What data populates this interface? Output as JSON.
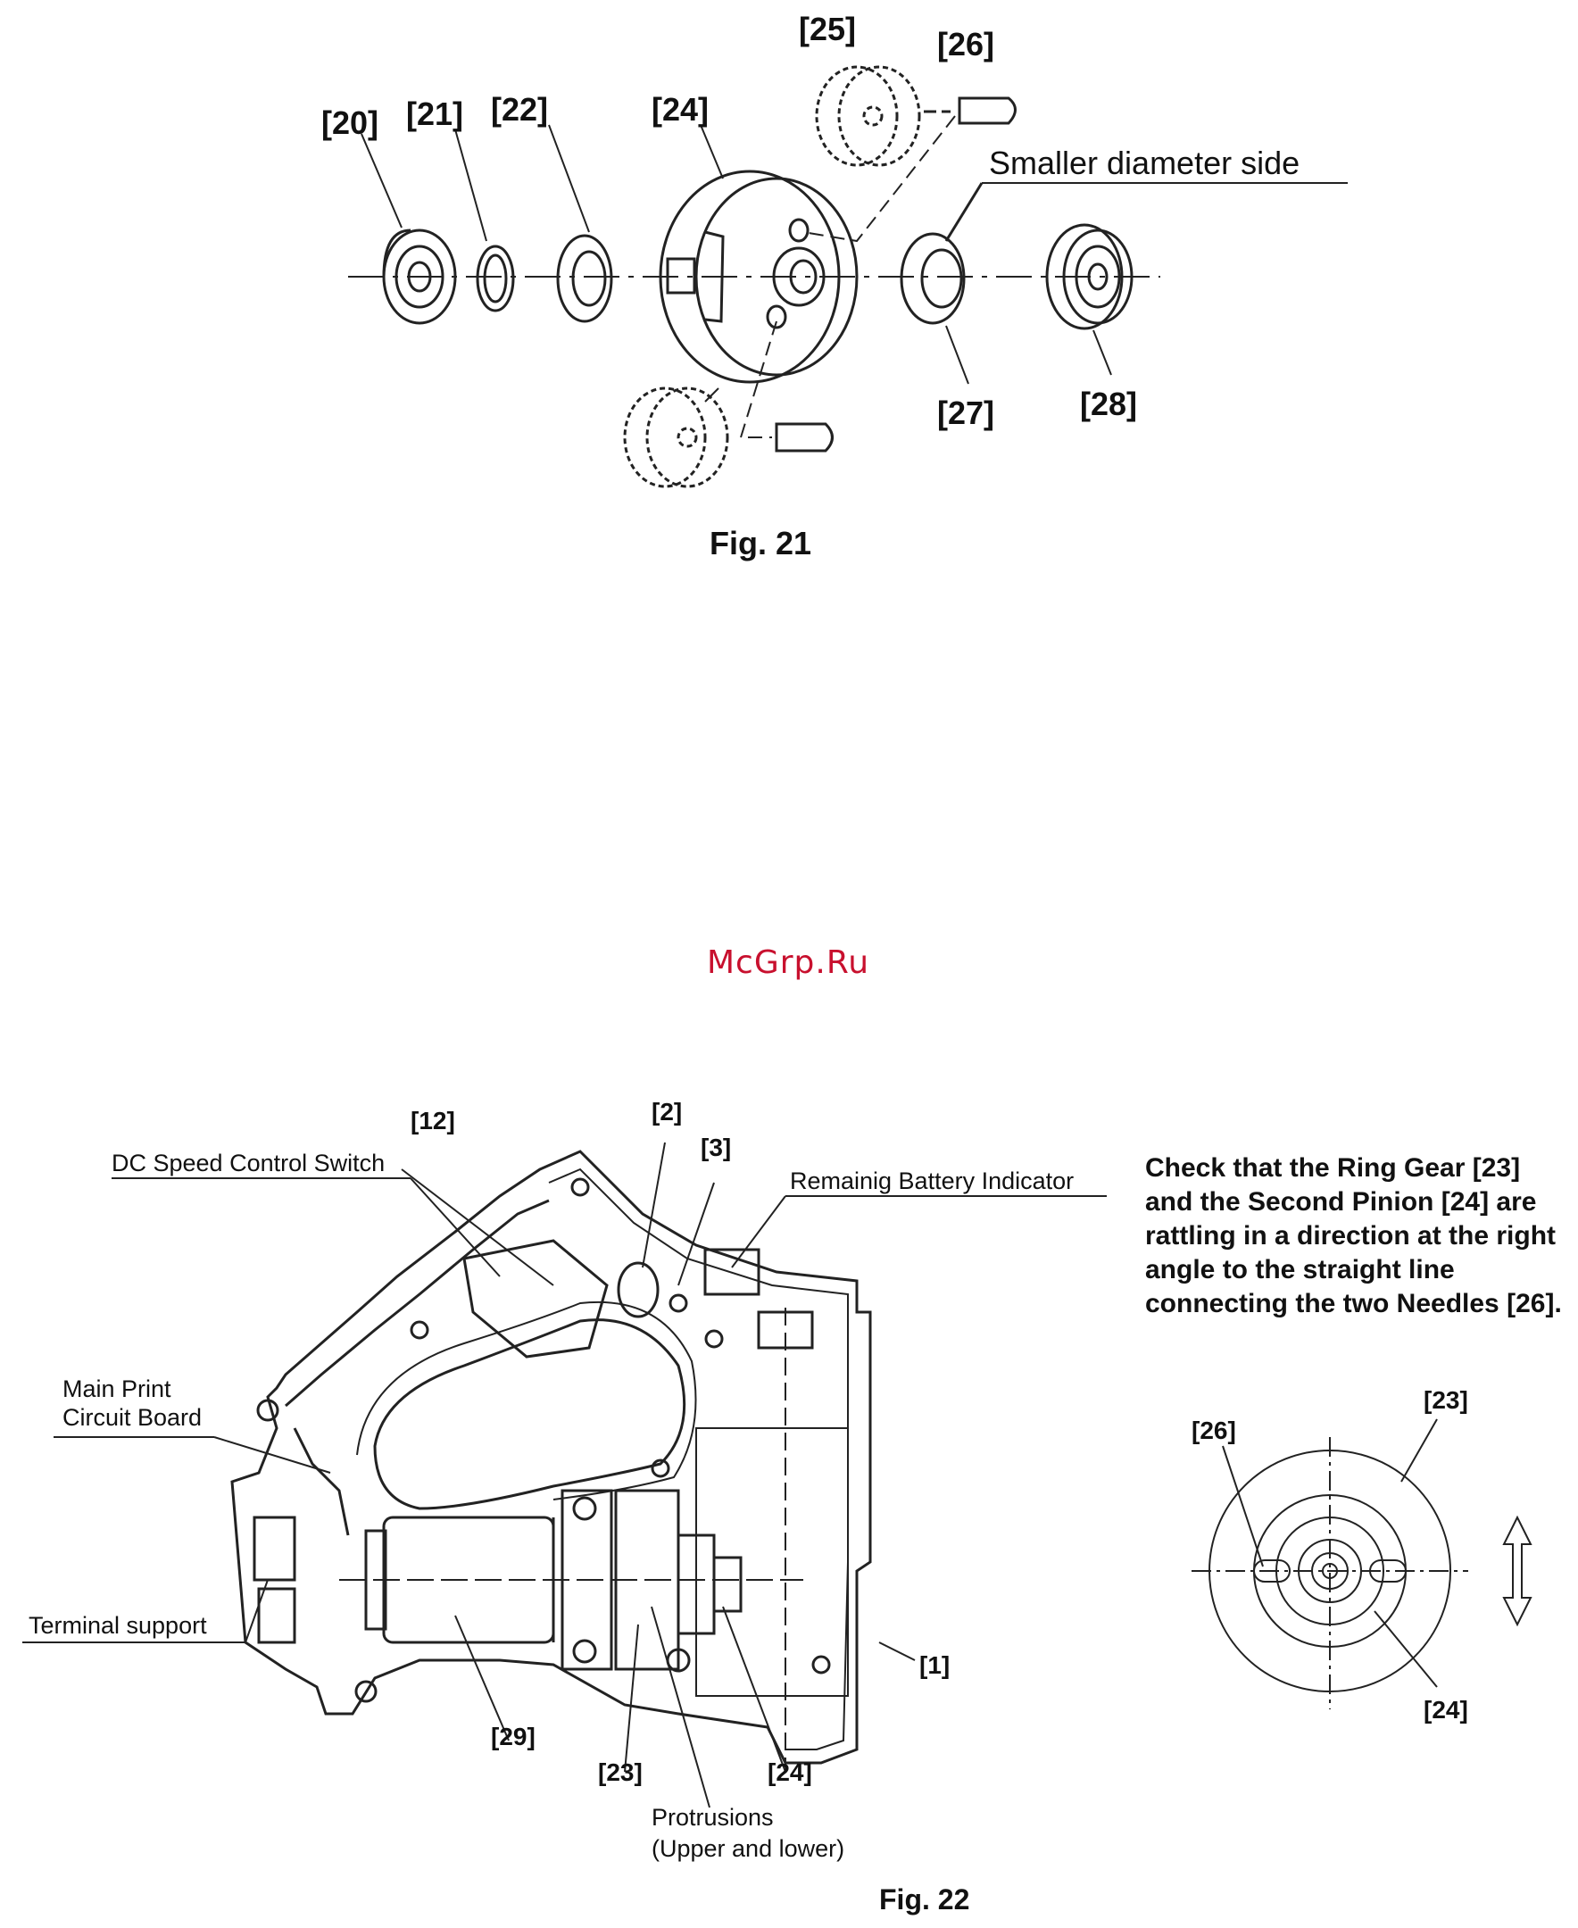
{
  "fig21": {
    "caption": "Fig. 21",
    "labels": {
      "p20": "[20]",
      "p21": "[21]",
      "p22": "[22]",
      "p24": "[24]",
      "p25": "[25]",
      "p26": "[26]",
      "p27": "[27]",
      "p28": "[28]"
    },
    "callout": "Smaller diameter side"
  },
  "watermark": "McGrp.Ru",
  "fig22": {
    "caption": "Fig. 22",
    "labels": {
      "p12": "[12]",
      "p2": "[2]",
      "p3": "[3]",
      "p1": "[1]",
      "p29": "[29]",
      "p23": "[23]",
      "p24": "[24]"
    },
    "callouts": {
      "dc_switch": "DC Speed Control Switch",
      "battery": "Remainig Battery Indicator",
      "pcb_line1": "Main Print",
      "pcb_line2": "Circuit Board",
      "terminal": "Terminal support",
      "protrusions_line1": "Protrusions",
      "protrusions_line2": "(Upper and lower)"
    },
    "note": {
      "line1_a": "Check that the Ring Gear",
      "line1_ref": "[23]",
      "line2_a": "and the Second Pinion",
      "line2_ref": "[24]",
      "line2_b": "are",
      "line3": "rattling in a direction at the right",
      "line4": "angle to the straight line",
      "line5_a": "connecting the two Needles",
      "line5_ref": "[26]",
      "line5_b": "."
    },
    "detail_labels": {
      "p26": "[26]",
      "p23": "[23]",
      "p24": "[24]"
    }
  }
}
